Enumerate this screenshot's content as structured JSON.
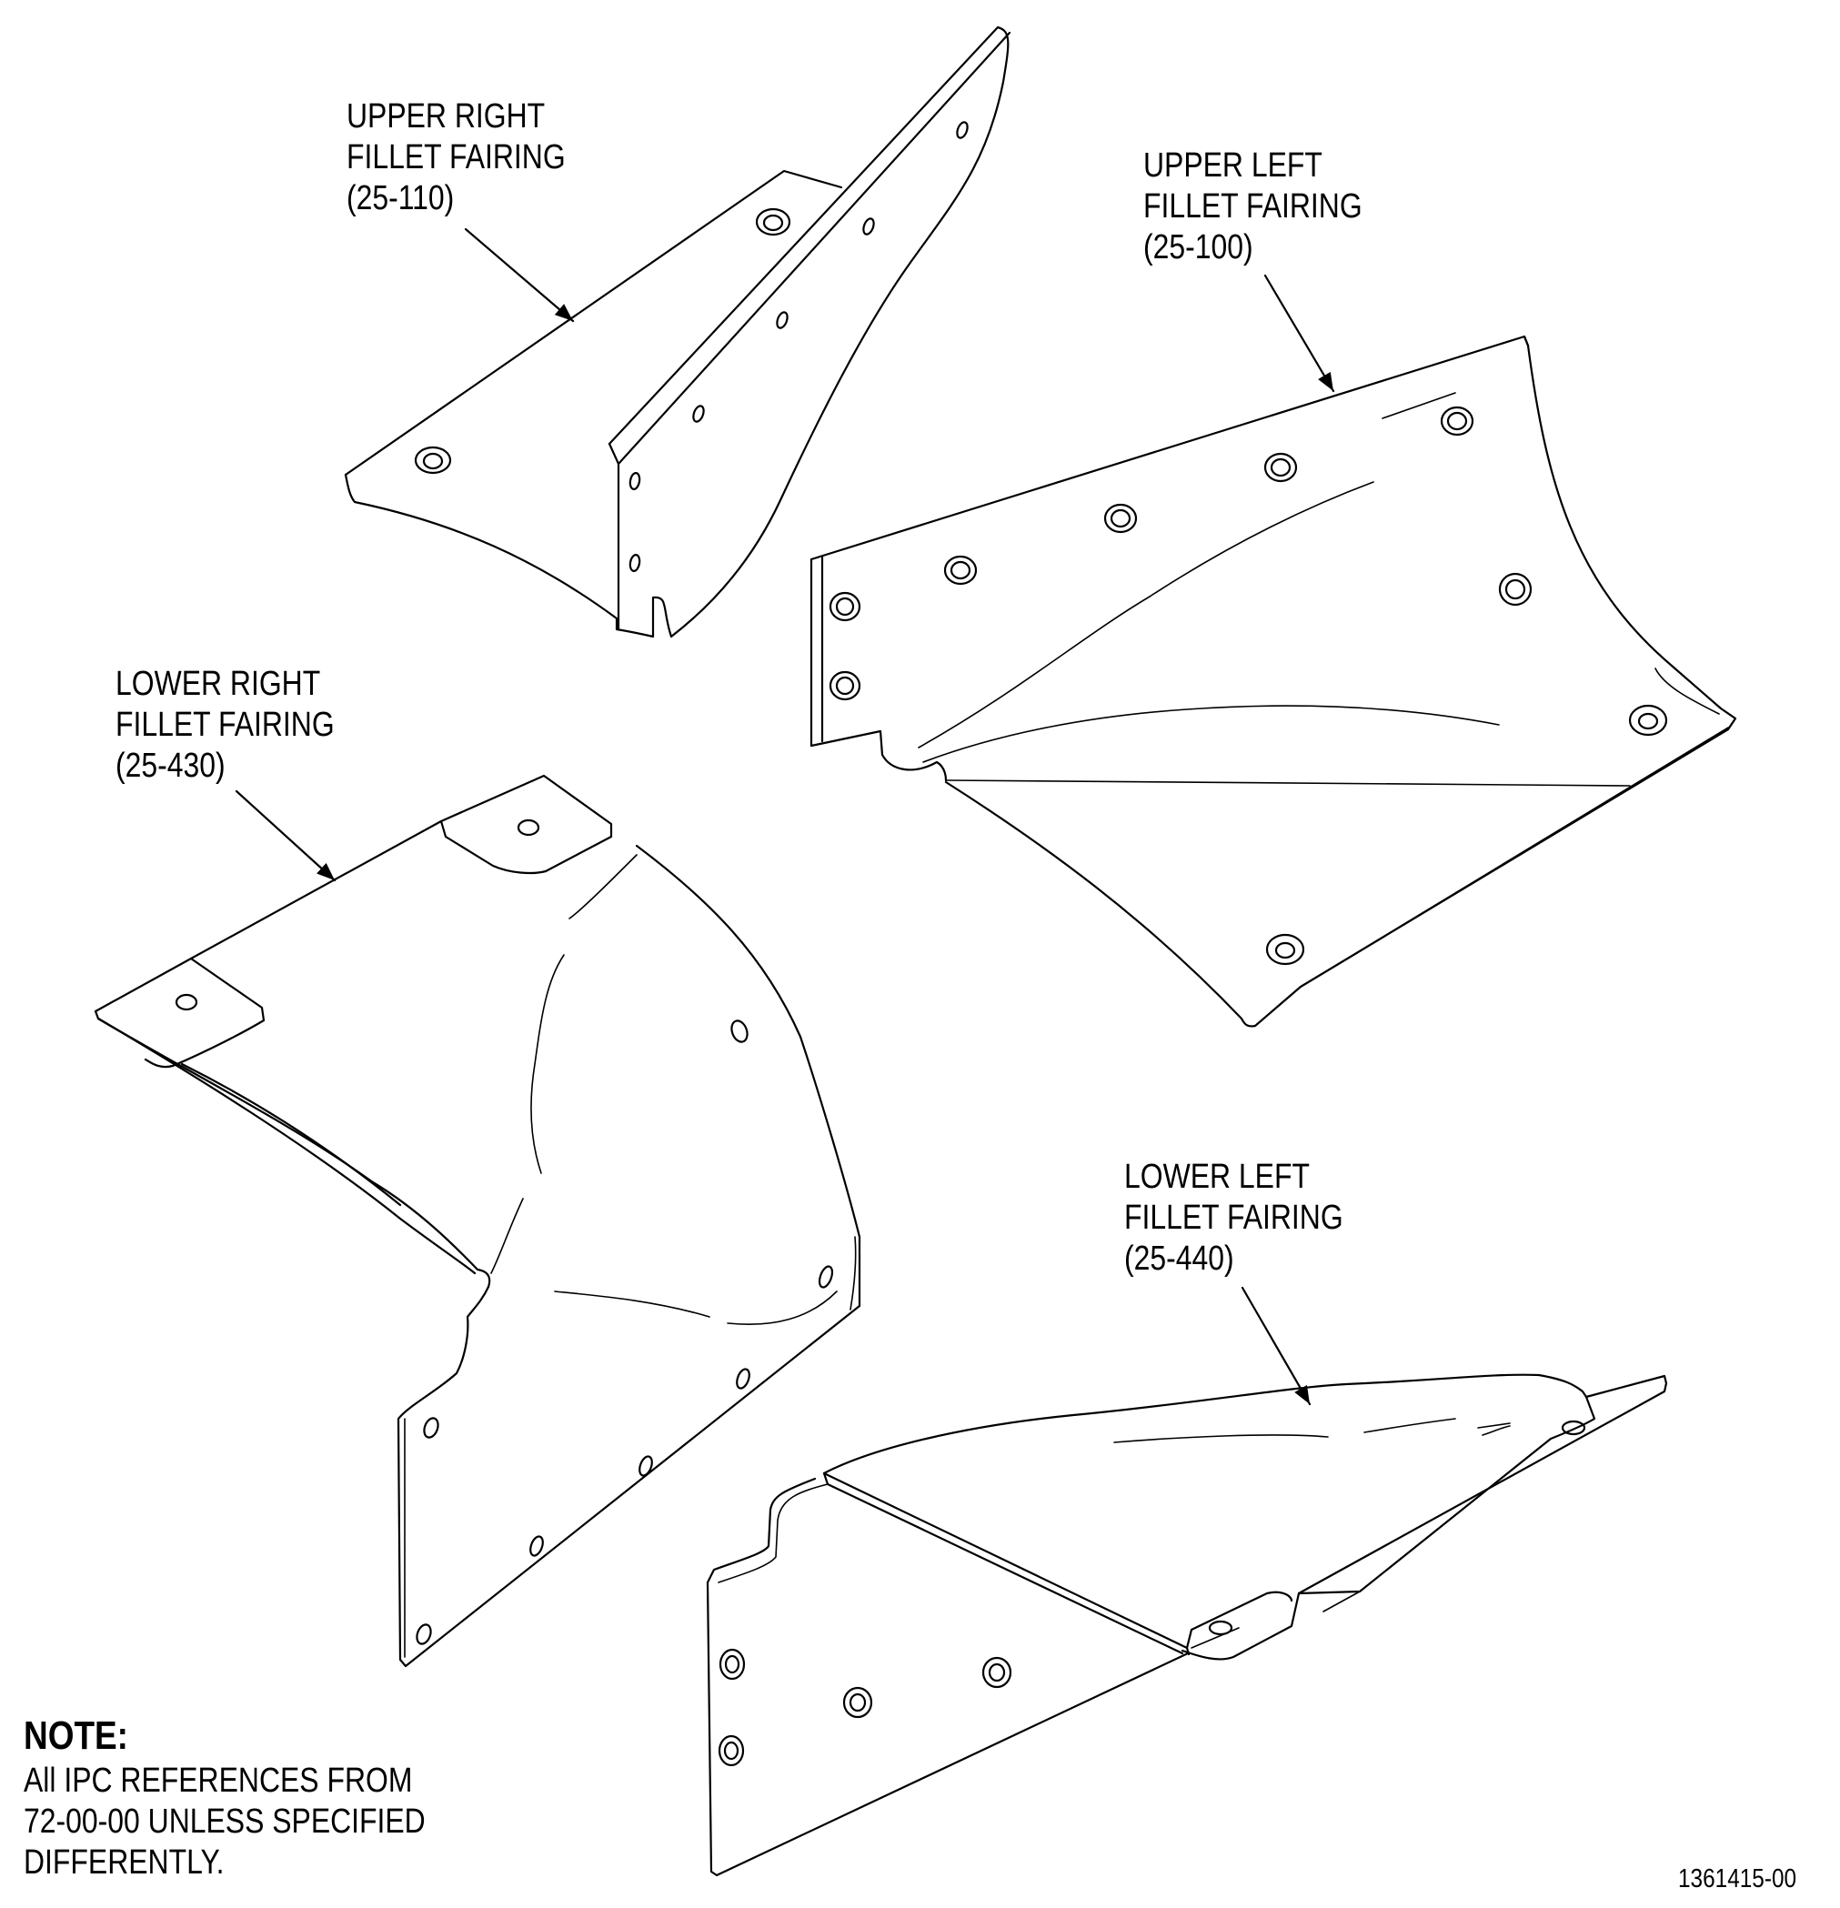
{
  "labels": [
    {
      "id": "upper-right",
      "lines": [
        "UPPER RIGHT",
        "FILLET FAIRING",
        "(25-110)"
      ]
    },
    {
      "id": "upper-left",
      "lines": [
        "UPPER LEFT",
        "FILLET FAIRING",
        "(25-100)"
      ]
    },
    {
      "id": "lower-right",
      "lines": [
        "LOWER RIGHT",
        "FILLET FAIRING",
        "(25-430)"
      ]
    },
    {
      "id": "lower-left",
      "lines": [
        "LOWER LEFT",
        "FILLET FAIRING",
        "(25-440)"
      ]
    }
  ],
  "note": {
    "heading": "NOTE:",
    "lines": [
      "All IPC REFERENCES FROM",
      "72-00-00 UNLESS SPECIFIED",
      "DIFFERENTLY."
    ]
  },
  "figure_number": "1361415-00"
}
